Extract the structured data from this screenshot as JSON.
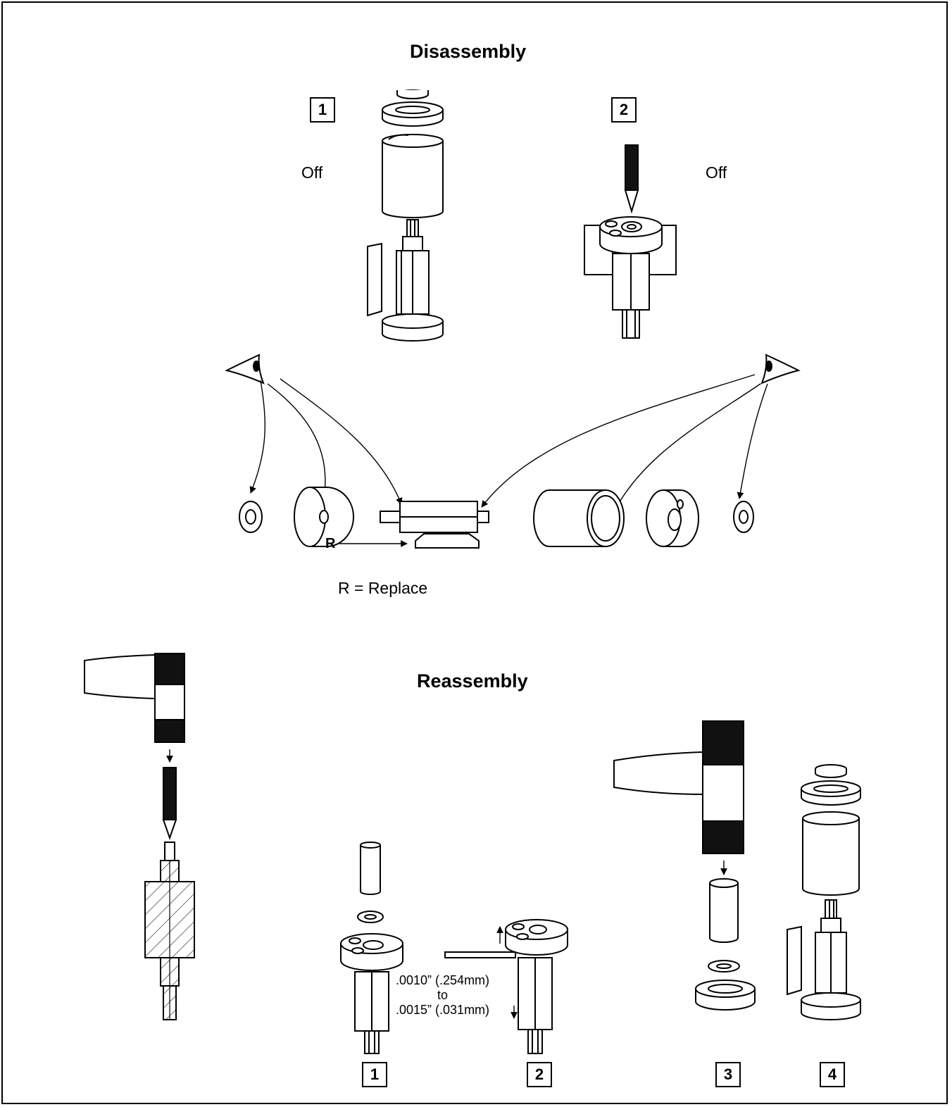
{
  "disassembly": {
    "title": "Disassembly",
    "steps": [
      {
        "number": "1",
        "action": "Off"
      },
      {
        "number": "2",
        "action": "Off"
      }
    ],
    "legend": {
      "key": "R",
      "text": "R = Replace"
    }
  },
  "reassembly": {
    "title": "Reassembly",
    "steps": [
      "1",
      "2",
      "3",
      "4"
    ],
    "tolerance": {
      "line1": ".0010” (.254mm)",
      "line2": "to",
      "line3": ".0015” (.031mm)"
    }
  }
}
